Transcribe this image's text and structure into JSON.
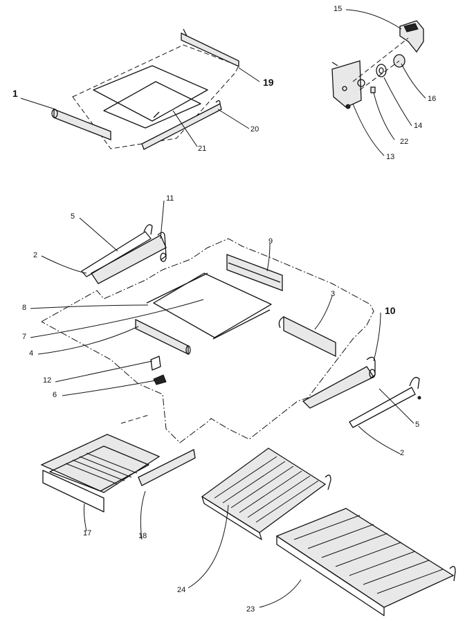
{
  "callouts": {
    "c1": "1",
    "c2a": "2",
    "c2b": "2",
    "c3": "3",
    "c4": "4",
    "c5a": "5",
    "c5b": "5",
    "c6": "6",
    "c7": "7",
    "c8": "8",
    "c9": "9",
    "c10": "10",
    "c11": "11",
    "c12": "12",
    "c13": "13",
    "c14": "14",
    "c15": "15",
    "c16": "16",
    "c17": "17",
    "c18": "18",
    "c19": "19",
    "c20": "20",
    "c21": "21",
    "c22": "22",
    "c23": "23",
    "c24": "24"
  }
}
